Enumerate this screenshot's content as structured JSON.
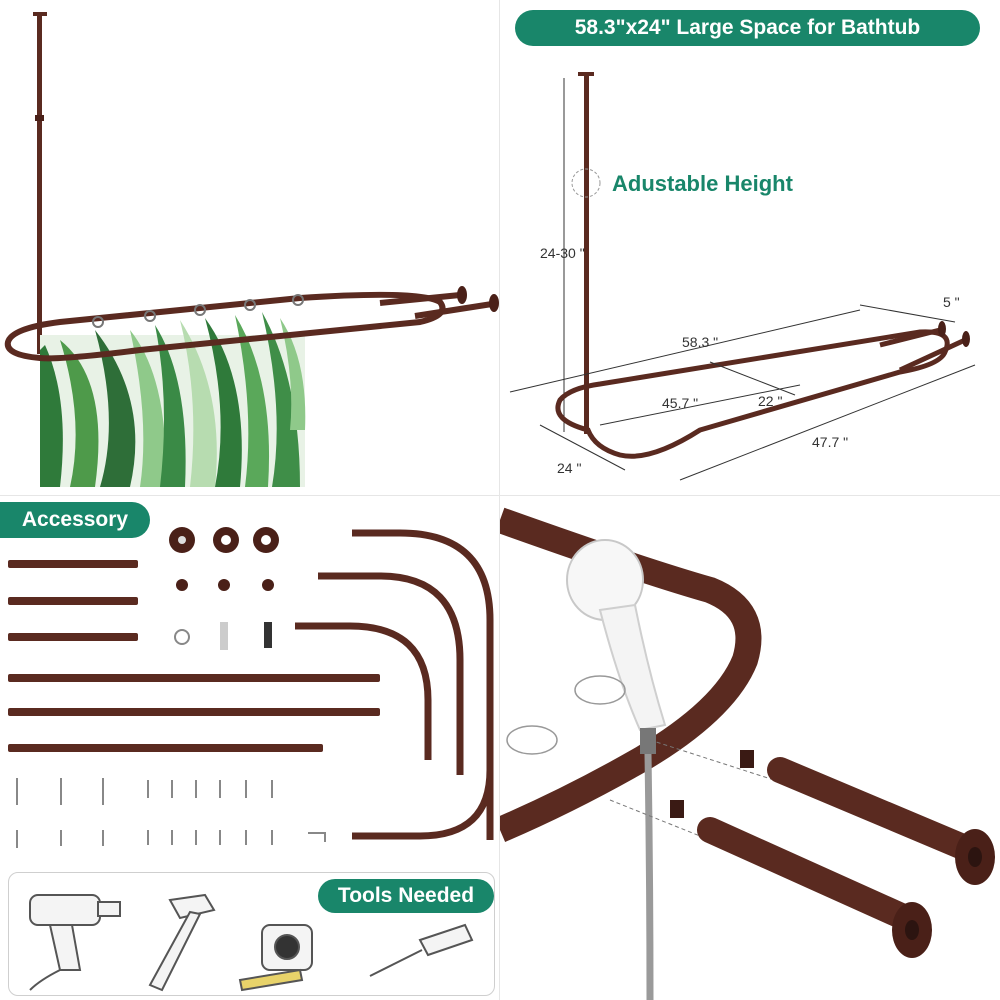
{
  "panels": {
    "product_photo": {
      "description_icon": "curtain-rod-with-leaf-curtain"
    },
    "dimensions": {
      "header_title": "58.3\"x24\" Large Space for Bathtub",
      "adjustable_label": "Adustable Height",
      "height_dim": "24-30 \"",
      "length_outer": "58.3 \"",
      "width_dim": "5 \"",
      "length_inner": "45.7 \"",
      "depth_dim": "22 \"",
      "front_depth": "24 \"",
      "side_length": "47.7 \""
    },
    "accessory": {
      "header_title": "Accessory"
    },
    "tools": {
      "header_title": "Tools Needed",
      "tool_icons": [
        "drill-icon",
        "hammer-icon",
        "tape-measure-icon",
        "screwdriver-icon"
      ]
    },
    "install_detail": {
      "description_icon": "shower-head-mount-detail"
    }
  },
  "colors": {
    "accent": "#19866a",
    "rod": "#5a2a20",
    "leaf_dark": "#2f7a3a",
    "leaf_light": "#8fc98a"
  }
}
